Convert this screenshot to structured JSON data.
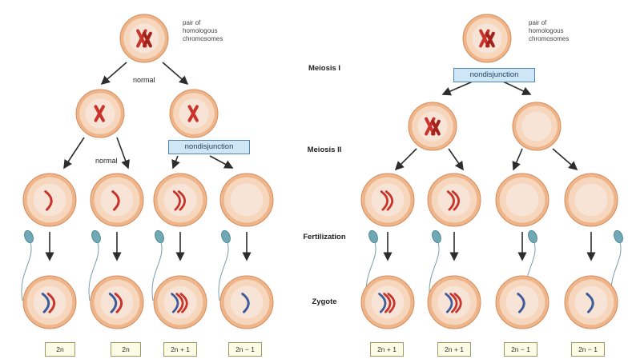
{
  "phases": {
    "meiosis1": "Meiosis I",
    "meiosis2": "Meiosis II",
    "fertilization": "Fertilization",
    "zygote": "Zygote"
  },
  "left": {
    "pair_note": "pair of\nhomologous\nchromosomes",
    "normal_top": "normal",
    "normal_mid": "normal",
    "nondisjunction": "nondisjunction",
    "results": [
      "2n",
      "2n",
      "2n + 1",
      "2n − 1"
    ]
  },
  "right": {
    "pair_note": "pair of\nhomologous\nchromosomes",
    "nondisjunction": "nondisjunction",
    "results": [
      "2n + 1",
      "2n + 1",
      "2n − 1",
      "2n − 1"
    ]
  },
  "colors": {
    "cell_outer": "#eeb58b",
    "cell_ring": "#f6d7bd",
    "cell_inner": "#f8e4d6",
    "chromosome_red": "#c8332b",
    "chromosome_blue": "#3e5c9c",
    "sperm": "#6ea9b5",
    "arrow": "#2d2d2d",
    "nd_box": "#cfe6f7"
  }
}
